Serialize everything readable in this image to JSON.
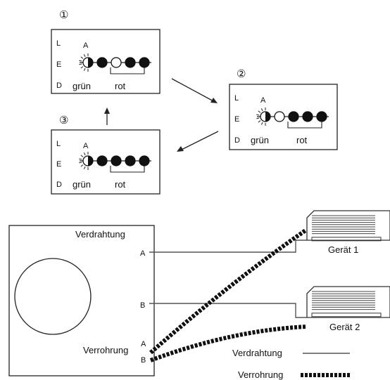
{
  "panels": [
    {
      "number": "①",
      "row_letters": [
        "L",
        "E",
        "D"
      ],
      "a_label": "A",
      "green_label": "grün",
      "red_label": "rot",
      "leds": [
        "lit-half",
        "filled",
        "empty",
        "filled",
        "filled"
      ]
    },
    {
      "number": "②",
      "row_letters": [
        "L",
        "E",
        "D"
      ],
      "a_label": "A",
      "green_label": "grün",
      "red_label": "rot",
      "leds": [
        "lit-half",
        "empty",
        "filled",
        "filled",
        "filled"
      ]
    },
    {
      "number": "③",
      "row_letters": [
        "L",
        "E",
        "D"
      ],
      "a_label": "A",
      "green_label": "grün",
      "red_label": "rot",
      "leds": [
        "lit-half",
        "filled",
        "filled",
        "filled",
        "filled"
      ]
    }
  ],
  "controller": {
    "wiring_label": "Verdrahtung",
    "port_a": "A",
    "port_b": "B",
    "piping_label": "Verrohrung",
    "piping_port_a": "A",
    "piping_port_b": "B"
  },
  "devices": [
    {
      "label": "Gerät 1"
    },
    {
      "label": "Gerät 2"
    }
  ],
  "legend": {
    "wiring_label": "Verdrahtung",
    "piping_label": "Verrohrung"
  }
}
